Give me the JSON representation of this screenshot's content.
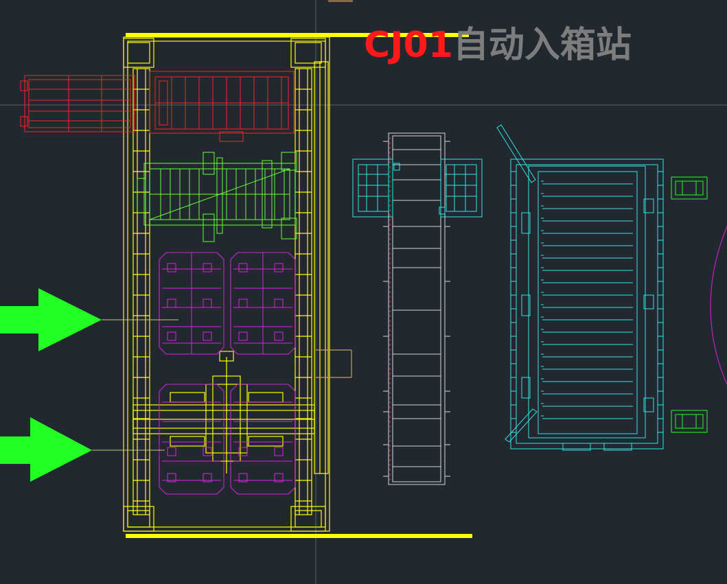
{
  "title": {
    "code": "CJ01",
    "name": "自动入箱站"
  },
  "colors": {
    "background": "#212830",
    "frame": "#ffff00",
    "conveyor_red": "#ff2222",
    "conveyor_green": "#66ff33",
    "pallets_magenta": "#e020e0",
    "elevator_white": "#d8d8d8",
    "station_cyan": "#2ee6e6",
    "arrow_green": "#22ff22",
    "title_code": "#ff1a1a",
    "title_name": "#7d7d7d"
  },
  "layers": [
    "frame",
    "red-conveyor",
    "green-conveyor",
    "magenta-pallets",
    "white-elevator",
    "cyan-station",
    "green-arrows"
  ]
}
